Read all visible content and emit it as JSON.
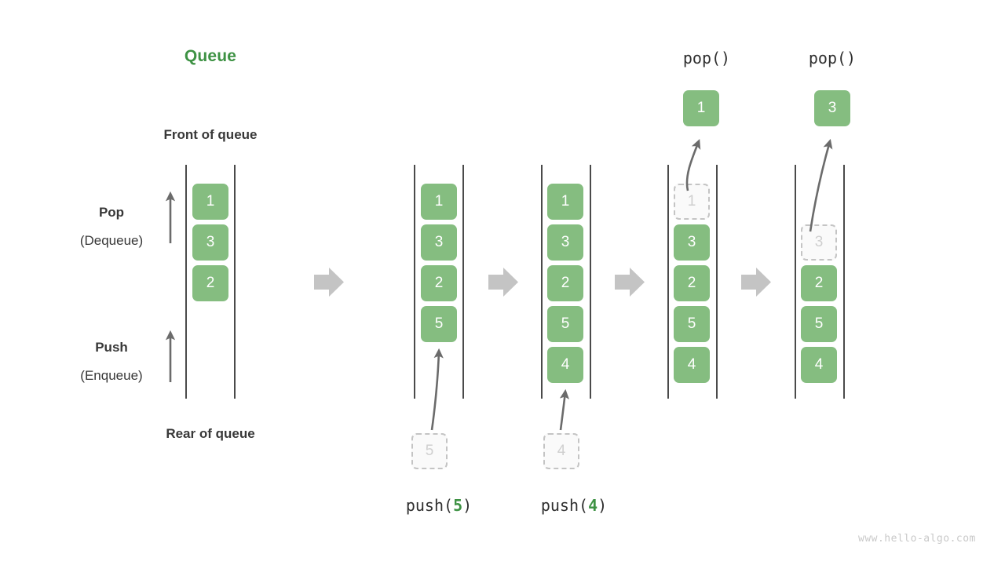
{
  "meta": {
    "title": "Queue",
    "title_color": "#3e9244",
    "cell_color": "#85bd80",
    "ghost_color": "#cfcfcf",
    "arrow_color": "#bfbfbf",
    "watermark": "www.hello-algo.com"
  },
  "labels": {
    "front_of_queue": "Front of queue",
    "rear_of_queue": "Rear of queue",
    "pop_bold": "Pop",
    "pop_sub": "(Dequeue)",
    "push_bold": "Push",
    "push_sub": "(Enqueue)"
  },
  "columns": [
    {
      "id": "initial",
      "caption": "",
      "caption_prefix": "",
      "caption_num": "",
      "caption_suffix": "",
      "cells": [
        {
          "value": "1",
          "ghost": false
        },
        {
          "value": "3",
          "ghost": false
        },
        {
          "value": "2",
          "ghost": false
        }
      ],
      "incoming": null,
      "popped": null,
      "pop_label": ""
    },
    {
      "id": "push5",
      "caption": "push(5)",
      "caption_prefix": "push(",
      "caption_num": "5",
      "caption_suffix": ")",
      "cells": [
        {
          "value": "1",
          "ghost": false
        },
        {
          "value": "3",
          "ghost": false
        },
        {
          "value": "2",
          "ghost": false
        },
        {
          "value": "5",
          "ghost": false
        }
      ],
      "incoming": {
        "value": "5"
      },
      "popped": null,
      "pop_label": ""
    },
    {
      "id": "push4",
      "caption": "push(4)",
      "caption_prefix": "push(",
      "caption_num": "4",
      "caption_suffix": ")",
      "cells": [
        {
          "value": "1",
          "ghost": false
        },
        {
          "value": "3",
          "ghost": false
        },
        {
          "value": "2",
          "ghost": false
        },
        {
          "value": "5",
          "ghost": false
        },
        {
          "value": "4",
          "ghost": false
        }
      ],
      "incoming": {
        "value": "4"
      },
      "popped": null,
      "pop_label": ""
    },
    {
      "id": "pop1",
      "caption": "",
      "caption_prefix": "",
      "caption_num": "",
      "caption_suffix": "",
      "cells": [
        {
          "value": "1",
          "ghost": true
        },
        {
          "value": "3",
          "ghost": false
        },
        {
          "value": "2",
          "ghost": false
        },
        {
          "value": "5",
          "ghost": false
        },
        {
          "value": "4",
          "ghost": false
        }
      ],
      "incoming": null,
      "popped": {
        "value": "1"
      },
      "pop_label": "pop()"
    },
    {
      "id": "pop3",
      "caption": "",
      "caption_prefix": "",
      "caption_num": "",
      "caption_suffix": "",
      "cells": [
        {
          "value": "3",
          "ghost": true
        },
        {
          "value": "2",
          "ghost": false
        },
        {
          "value": "5",
          "ghost": false
        },
        {
          "value": "4",
          "ghost": false
        }
      ],
      "incoming": null,
      "popped": {
        "value": "3"
      },
      "pop_label": "pop()"
    }
  ],
  "transitions": [
    "step-arrow-1",
    "step-arrow-2",
    "step-arrow-3",
    "step-arrow-4"
  ]
}
